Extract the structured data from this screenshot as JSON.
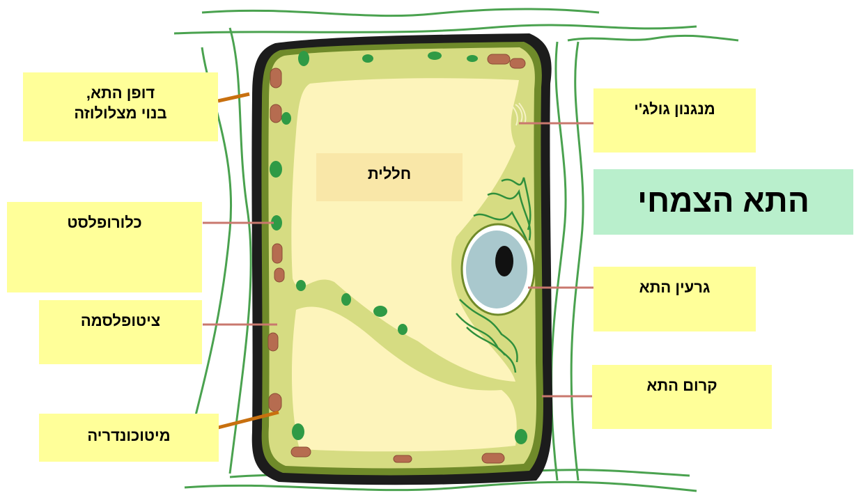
{
  "title": "התא הצמחי",
  "labels": {
    "cell_wall_line1": "דופן התא,",
    "cell_wall_line2": "בנוי מצלולוזה",
    "chloroplast": "כלורופלסט",
    "cytoplasm": "ציטופלסמה",
    "mitochondria": "מיטוכונדריה",
    "vacuole": "חללית",
    "golgi": "מנגנון גולג'י",
    "nucleus": "גרעין התא",
    "cell_membrane": "קרום התא"
  },
  "colors": {
    "label_bg": "#ffff99",
    "title_bg": "#b9efcc",
    "cytoplasm": "#d6dc82",
    "vacuole": "#fdf4bb",
    "cell_wall": "#1a1a1a",
    "chloroplast": "#2f9a45",
    "mitochondria": "#b66c50",
    "nucleus": "#a9c8cd",
    "leader_line": "#c9786e",
    "leader_line_thick": "#c8700f"
  }
}
